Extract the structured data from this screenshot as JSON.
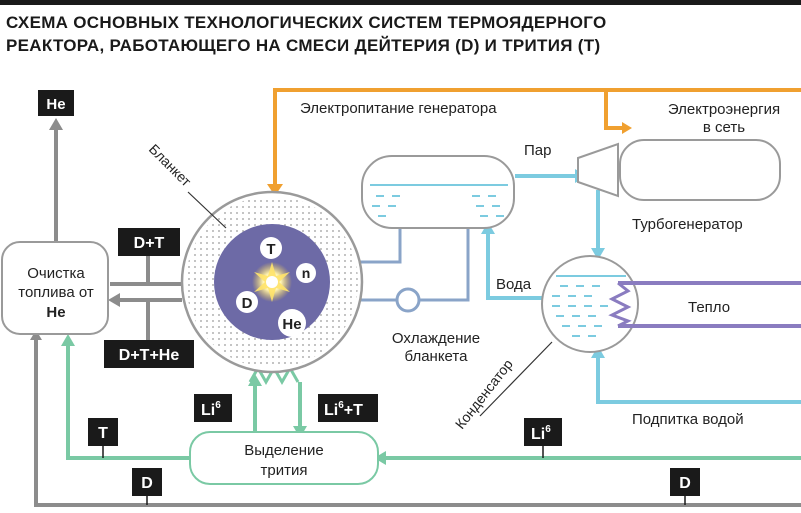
{
  "title_line1": "СХЕМА ОСНОВНЫХ ТЕХНОЛОГИЧЕСКИХ СИСТЕМ ТЕРМОЯДЕРНОГО",
  "title_line2": "РЕАКТОРА, РАБОТАЮЩЕГО НА СМЕСИ ДЕЙТЕРИЯ (D) И ТРИТИЯ (T)",
  "labels": {
    "generator_power": "Электропитание генератора",
    "grid_power_1": "Электроэнергия",
    "grid_power_2": "в сеть",
    "steam": "Пар",
    "turbogenerator": "Турбогенератор",
    "blanket": "Бланкет",
    "water": "Вода",
    "heat": "Тепло",
    "blanket_cooling_1": "Охлаждение",
    "blanket_cooling_2": "бланкета",
    "condenser": "Конденсатор",
    "water_makeup": "Подпитка водой",
    "fuel_cleaning_1": "Очистка",
    "fuel_cleaning_2": "топлива от",
    "fuel_cleaning_3": "He",
    "tritium_extraction_1": "Выделение",
    "tritium_extraction_2": "трития"
  },
  "tags": {
    "he_out": "He",
    "d_t": "D+T",
    "d_t_he": "D+T+He",
    "li6_in": "Li",
    "li6_in_sup": "6",
    "li6_t_a": "Li",
    "li6_t_sup": "6",
    "li6_t_b": "+T",
    "t": "T",
    "li6_right": "Li",
    "li6_right_sup": "6",
    "d_left": "D",
    "d_right": "D"
  },
  "plasma": {
    "t": "T",
    "n": "n",
    "d": "D",
    "he": "He"
  },
  "colors": {
    "orange": "#f0a030",
    "blue": "#7ccbe0",
    "purple": "#8a7cc0",
    "green": "#7ac9a4",
    "grey": "#8c8c8c",
    "dark": "#1a1a1a"
  }
}
